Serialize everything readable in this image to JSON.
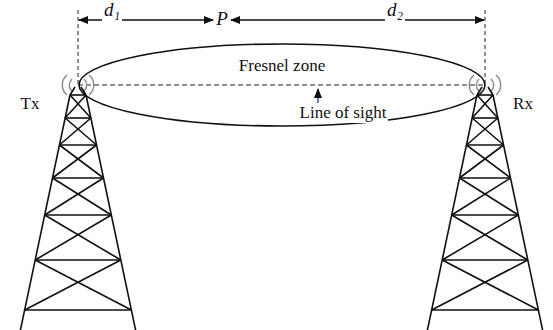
{
  "diagram": {
    "nodes": [
      {
        "text": [
          "Fresnel zone"
        ]
      }
    ],
    "labels": [
      "d₁",
      "P",
      "d₂",
      "Tx",
      "Rx",
      "Line of sight"
    ]
  }
}
